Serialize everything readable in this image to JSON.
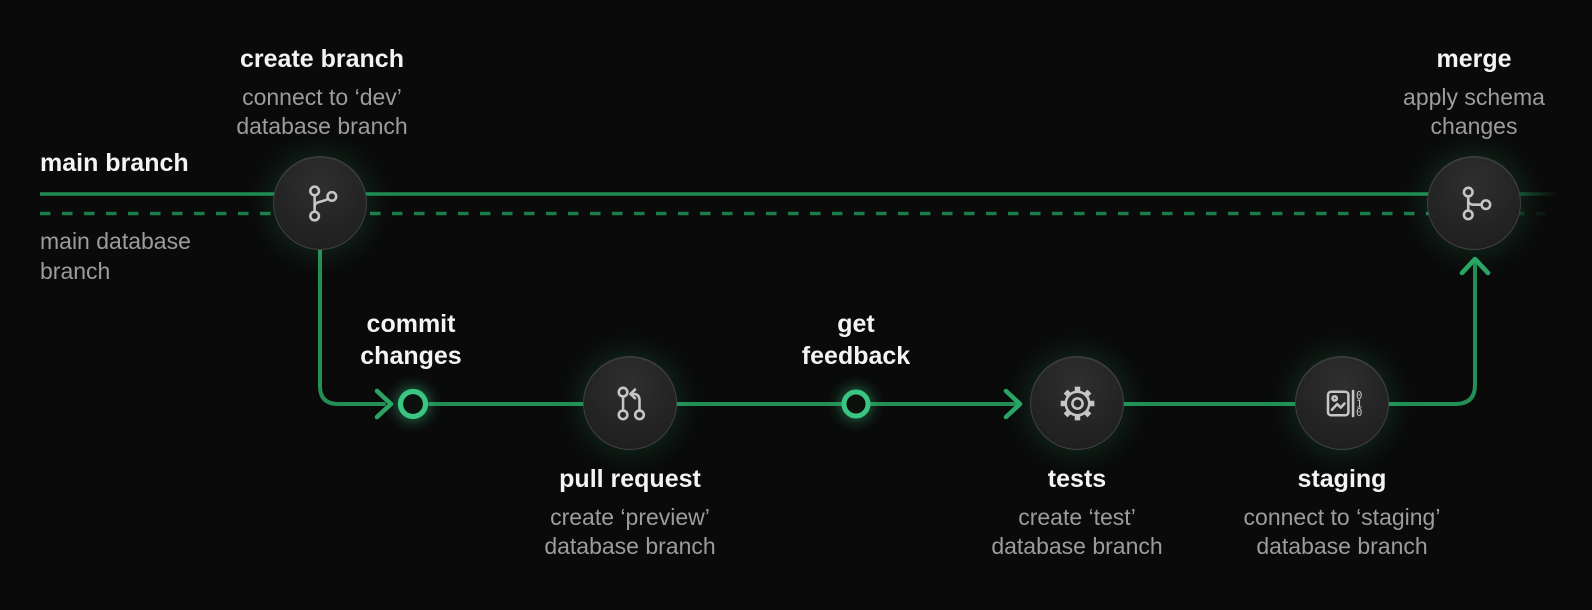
{
  "labels": {
    "main_branch": {
      "title": "main branch"
    },
    "main_db": {
      "line1": "main database",
      "line2": "branch"
    },
    "create_branch": {
      "title": "create branch",
      "sub1": "connect to ‘dev’",
      "sub2": "database branch"
    },
    "commit": {
      "line1": "commit",
      "line2": "changes"
    },
    "pull_request": {
      "title": "pull request",
      "sub1": "create ‘preview’",
      "sub2": "database branch"
    },
    "feedback": {
      "line1": "get",
      "line2": "feedback"
    },
    "tests": {
      "title": "tests",
      "sub1": "create ‘test’",
      "sub2": "database branch"
    },
    "staging": {
      "title": "staging",
      "sub1": "connect to ‘staging’",
      "sub2": "database branch"
    },
    "merge": {
      "title": "merge",
      "sub1": "apply schema",
      "sub2": "changes"
    }
  },
  "icons": {
    "create_branch": "git-branch-icon",
    "pull_request": "git-pull-request-icon",
    "tests": "gear-icon",
    "staging": "data-binary-icon",
    "merge": "git-merge-icon",
    "commit_point": "commit-ring",
    "feedback_point": "feedback-ring",
    "staging_digits": [
      "0",
      "1",
      "0"
    ]
  },
  "colors": {
    "background": "#0a0a0a",
    "main_line": "#1f8b52",
    "dashed_line": "#1b7c4a",
    "branch_line": "#228f56",
    "arrow": "#2aa565",
    "accent_ring": "#3bc583",
    "node_fill": "#242424",
    "node_border": "#414141",
    "icon_stroke": "#c6c6c6",
    "title_text": "#f4f4f4",
    "subtitle_text": "#9c9c9c"
  }
}
